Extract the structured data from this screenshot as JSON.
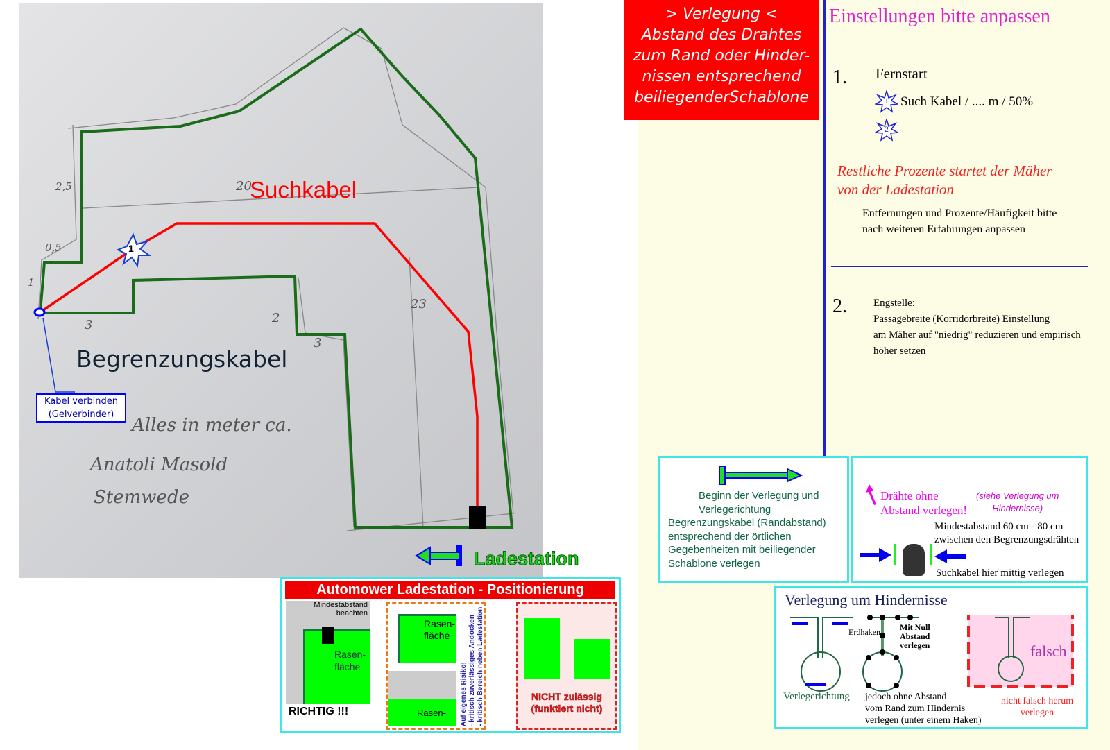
{
  "sketch": {
    "search_cable_label": "Suchkabel",
    "boundary_cable_label": "Begrenzungskabel",
    "star_number": "1",
    "connector_callout": [
      "Kabel verbinden",
      "(Gelverbinder)"
    ],
    "handwriting": [
      "Alles in meter ca.",
      "Anatoli Masold",
      "Stemwede"
    ],
    "dimensions": [
      "2,5",
      "20",
      "0,5",
      "1",
      "3",
      "2",
      "3",
      "23"
    ],
    "charging_station_label": "Ladestation"
  },
  "positioning_panel": {
    "title": "Automower Ladestation - Positionierung",
    "min_distance": [
      "Mindestabstand",
      "beachten"
    ],
    "lawn": [
      "Rasen-",
      "fläche"
    ],
    "correct": "RICHTIG !!!",
    "risk_text": [
      "Auf eigenes Risiko!",
      "- kritisch zuverlässiges Andocken",
      "- kritisch Bereich neben Ladestation"
    ],
    "not_allowed": [
      "NICHT zulässig",
      "(funktiert nicht)"
    ]
  },
  "laying_box": {
    "lines": [
      "> Verlegung <",
      "Abstand des Drahtes",
      "zum Rand oder Hinder-",
      "nissen entsprechend",
      "beiliegenderSchablone"
    ]
  },
  "settings": {
    "title": "Einstellungen bitte anpassen",
    "item1_number": "1.",
    "item1_title": "Fernstart",
    "star1": "1",
    "star2": "2",
    "item1_detail": "Such Kabel / .... m / 50%",
    "remaining": [
      "Restliche Prozente  startet der Mäher",
      "von der Ladestation"
    ],
    "adjust": [
      "Entfernungen und Prozente/Häufigkeit bitte",
      "nach weiteren Erfahrungen anpassen"
    ],
    "item2_number": "2.",
    "item2_lines": [
      "Engstelle:",
      "Passagebreite (Korridorbreite) Einstellung",
      "am Mäher auf \"niedrig\" reduzieren und empirisch",
      "höher setzen"
    ]
  },
  "start_box": {
    "lines": [
      "Beginn der Verlegung und",
      "Verlegerichtung",
      "Begrenzungskabel (Randabstand)",
      "entsprechend der örtlichen",
      "Gegebenheiten mit beiliegender",
      "Schablone verlegen"
    ]
  },
  "corridor_box": {
    "wires": [
      "Drähte ohne",
      "Abstand verlegen!"
    ],
    "see": [
      "(siehe Verlegung um",
      "Hindernisse)"
    ],
    "min": [
      "Mindestabstand 60 cm - 80 cm",
      "zwischen den Begrenzungsdrähten"
    ],
    "search": "Suchkabel hier mittig verlegen"
  },
  "obstacles_box": {
    "title": "Verlegung um Hindernisse",
    "direction": "Verlegerichtung",
    "hooks": "Erdhaken",
    "zero": [
      "Mit Null",
      "Abstand",
      "verlegen"
    ],
    "without": [
      "jedoch ohne Abstand",
      "vom Rand zum Hindernis",
      "verlegen (unter einem Haken)"
    ],
    "wrong": "falsch",
    "wrong_caption": [
      "nicht falsch herum",
      "verlegen"
    ]
  }
}
